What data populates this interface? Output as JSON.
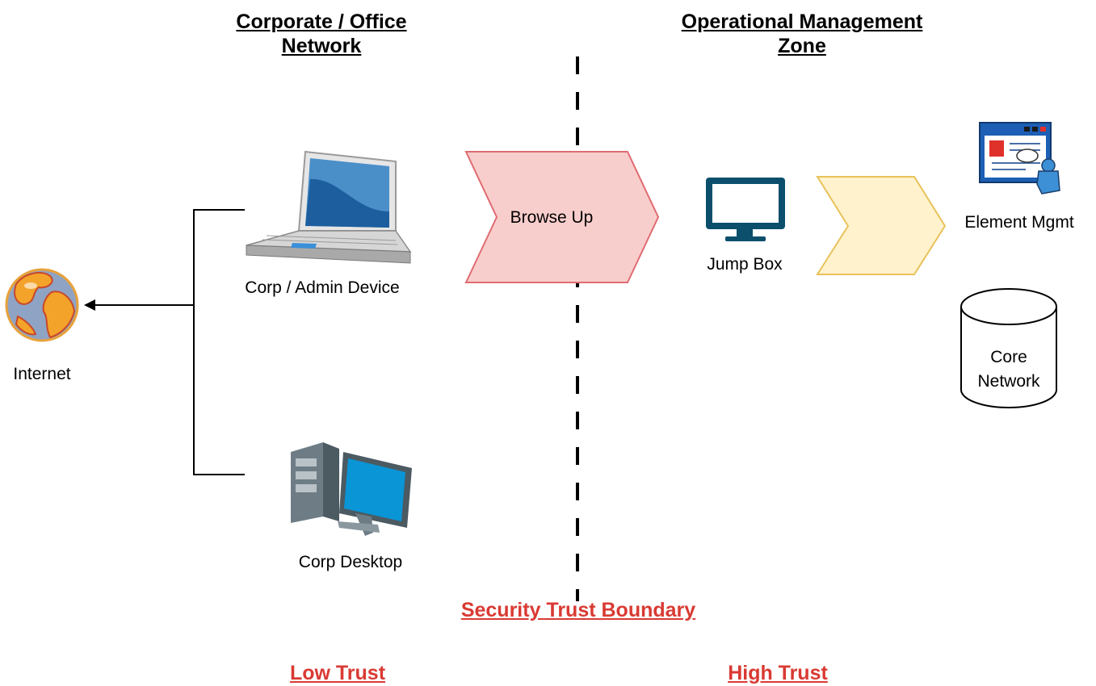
{
  "headings": {
    "corporate_line1": "Corporate / Office",
    "corporate_line2": "Network",
    "operational_line1": "Operational Management",
    "operational_line2": "Zone"
  },
  "nodes": {
    "internet": "Internet",
    "corp_admin_device": "Corp / Admin Device",
    "corp_desktop": "Corp Desktop",
    "browse_up": "Browse Up",
    "jump_box": "Jump Box",
    "element_mgmt": "Element Mgmt",
    "core_network_line1": "Core",
    "core_network_line2": "Network"
  },
  "boundary": {
    "label": "Security Trust Boundary"
  },
  "trust": {
    "low": "Low Trust",
    "high": "High Trust"
  },
  "colors": {
    "boundary_red": "#d93a33",
    "browse_up_fill": "#f8cecc",
    "browse_up_stroke": "#e06b72",
    "arrow_yellow_fill": "#fff2cc",
    "arrow_yellow_stroke": "#e8c25a",
    "monitor_blue": "#0b4f6c"
  }
}
